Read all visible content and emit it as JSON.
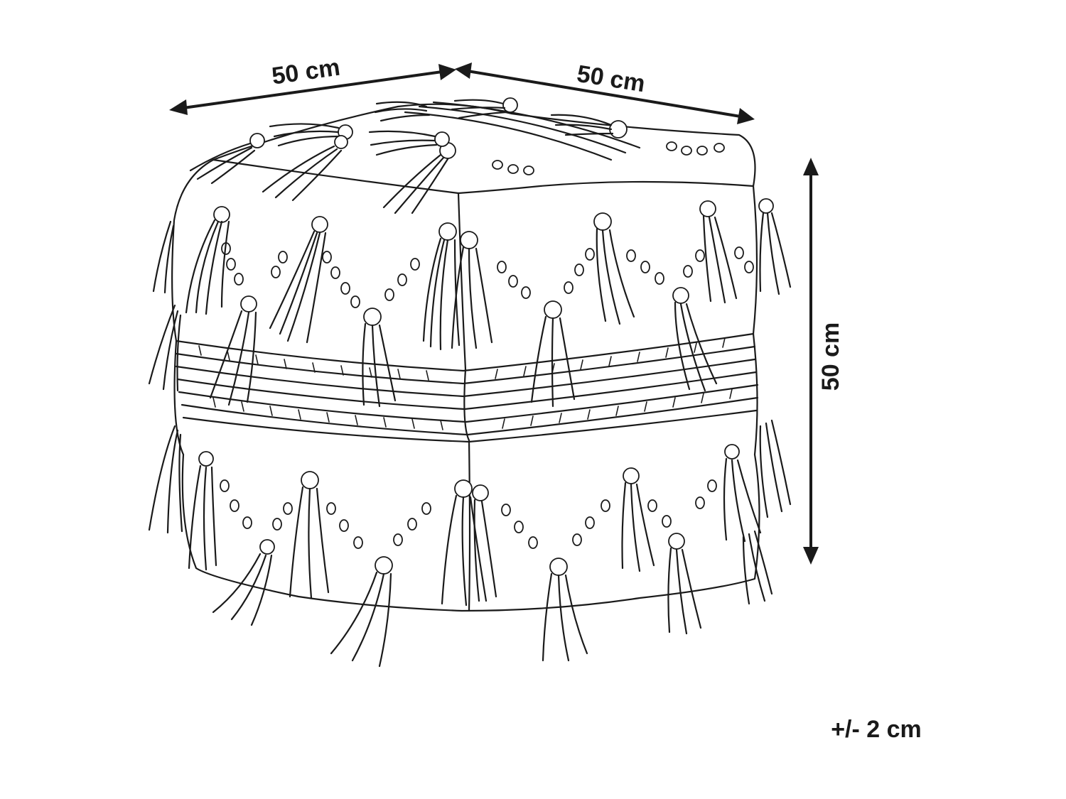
{
  "dimensions": {
    "width_label": "50 cm",
    "depth_label": "50 cm",
    "height_label": "50 cm",
    "tolerance_label": "+/- 2 cm"
  },
  "colors": {
    "ink": "#1a1a1a",
    "background": "#ffffff"
  }
}
